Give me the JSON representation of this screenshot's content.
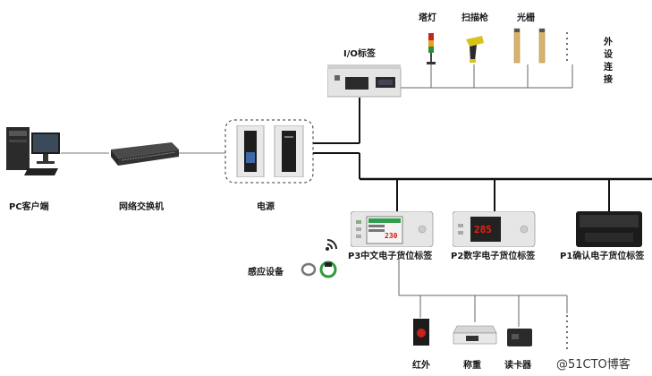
{
  "top_devices": {
    "tower_light": "塔灯",
    "scanner": "扫描枪",
    "light_curtain": "光栅",
    "peripheral": "外设连接"
  },
  "io_tag": "I/O标签",
  "pc": "PC客户端",
  "switch": "网络交换机",
  "power": "电源",
  "tags": {
    "p3": "P3中文电子货位标签",
    "p2": "P2数字电子货位标签",
    "p1": "P1确认电子货位标签"
  },
  "p3_display": "230",
  "p2_display": "285",
  "sensing": "感应设备",
  "bottom_devices": {
    "infrared": "红外",
    "scale": "称重",
    "card_reader": "读卡器"
  },
  "watermark": "@51CTO博客"
}
